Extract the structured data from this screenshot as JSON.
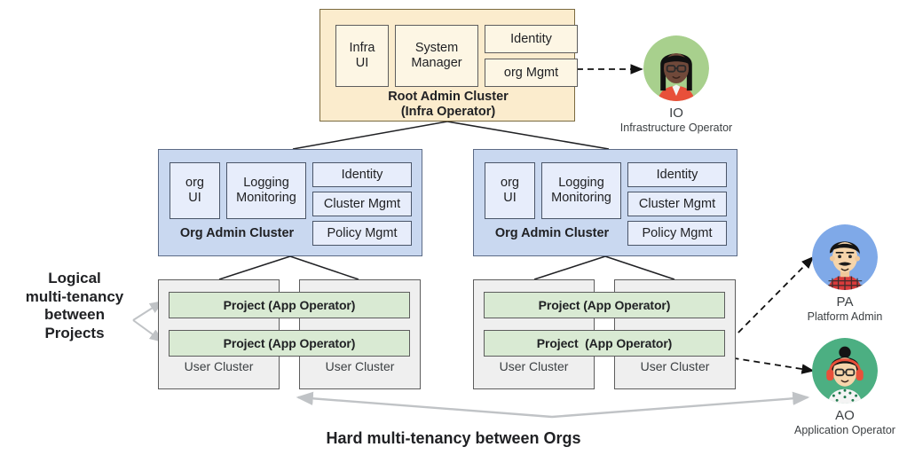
{
  "diagram": {
    "title_bottom": "Hard multi-tenancy between Orgs",
    "side_note": "Logical\nmulti-tenancy\nbetween\nProjects"
  },
  "root_cluster": {
    "title": "Root Admin Cluster\n(Infra Operator)",
    "fill": "#fbeccd",
    "boxes": [
      {
        "label": "Infra\nUI"
      },
      {
        "label": "System\nManager"
      },
      {
        "label": "Identity"
      },
      {
        "label": "org Mgmt"
      }
    ]
  },
  "org_clusters": [
    {
      "title": "Org Admin Cluster",
      "fill": "#c9d8f0",
      "boxes": [
        {
          "label": "org\nUI"
        },
        {
          "label": "Logging\nMonitoring"
        },
        {
          "label": "Identity"
        },
        {
          "label": "Cluster Mgmt"
        },
        {
          "label": "Policy Mgmt"
        }
      ],
      "projects": [
        {
          "label": "Project (App Operator)"
        },
        {
          "label": "Project (App Operator)"
        }
      ],
      "user_clusters": [
        {
          "label": "User Cluster"
        },
        {
          "label": "User Cluster"
        }
      ]
    },
    {
      "title": "Org Admin Cluster",
      "fill": "#c9d8f0",
      "boxes": [
        {
          "label": "org\nUI"
        },
        {
          "label": "Logging\nMonitoring"
        },
        {
          "label": "Identity"
        },
        {
          "label": "Cluster Mgmt"
        },
        {
          "label": "Policy Mgmt"
        }
      ],
      "projects": [
        {
          "label": "Project (App Operator)"
        },
        {
          "label": "Project  (App Operator)"
        }
      ],
      "user_clusters": [
        {
          "label": "User Cluster"
        },
        {
          "label": "User Cluster"
        }
      ]
    }
  ],
  "personas": [
    {
      "initials": "IO",
      "role": "Infrastructure Operator",
      "circle_color": "#a8d08d"
    },
    {
      "initials": "PA",
      "role": "Platform Admin",
      "circle_color": "#7fa9e8"
    },
    {
      "initials": "AO",
      "role": "Application Operator",
      "circle_color": "#4caf82"
    }
  ]
}
